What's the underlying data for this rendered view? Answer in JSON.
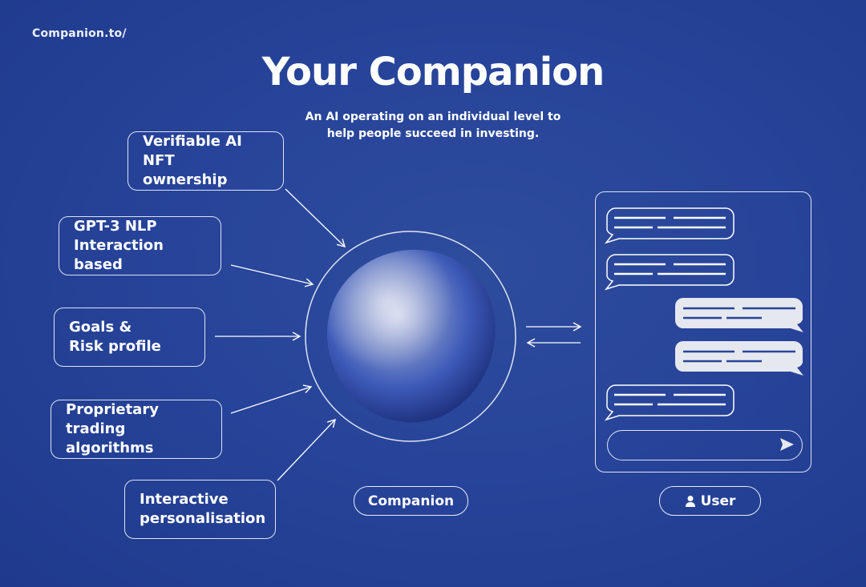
{
  "brand": "Companion.to/",
  "title": "Your Companion",
  "subtitle": "An AI operating on an individual level to help people succeed in investing.",
  "features": [
    "Verifiable AI NFT\nownership",
    "GPT-3 NLP\nInteraction based",
    "Goals &\nRisk profile",
    "Proprietary\ntrading algorithms",
    "Interactive\npersonalisation"
  ],
  "labels": {
    "companion": "Companion",
    "user": "User"
  },
  "icons": {
    "user": "user-icon",
    "send": "send-icon",
    "arrows": "bidirectional-arrows"
  },
  "colors": {
    "background": "#27449a",
    "line": "#ffffff",
    "bubble_fill": "#e6e8ef"
  }
}
